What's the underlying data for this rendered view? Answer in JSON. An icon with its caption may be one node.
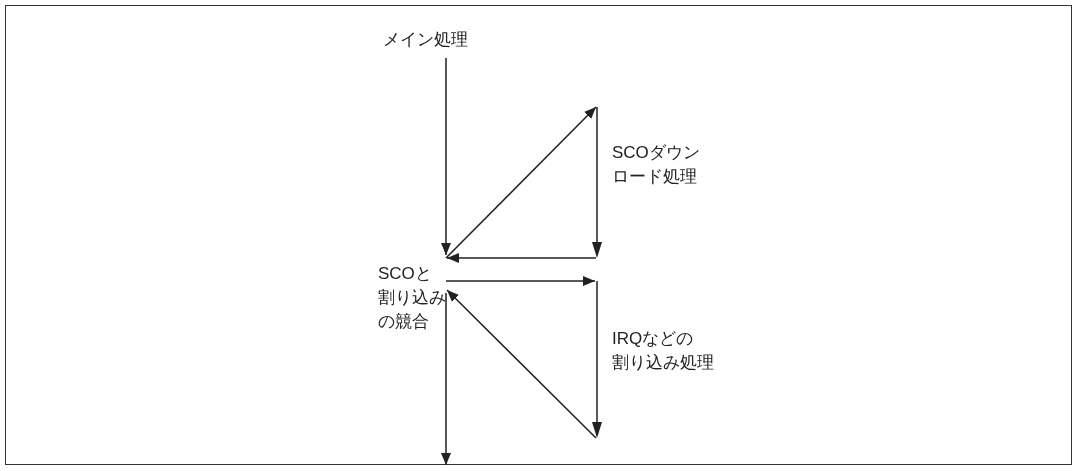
{
  "diagram": {
    "nodes": [
      {
        "text": [
          "メイン処理"
        ]
      },
      {
        "text": [
          "SCOと割り込みの競合"
        ]
      },
      {
        "text": [
          "SCOダウンロード処理"
        ]
      },
      {
        "text": [
          "IRQなどの割り込み処理"
        ]
      }
    ],
    "edges": [
      {
        "from": 0,
        "to": 1,
        "arrow": "to"
      },
      {
        "from": 1,
        "to": 2,
        "arrow": "to"
      },
      {
        "from": 2,
        "to": 1,
        "arrow": "to"
      },
      {
        "from": 1,
        "to": 3,
        "arrow": "to"
      },
      {
        "from": 3,
        "to": 1,
        "arrow": "to"
      },
      {
        "from": 1,
        "to": null,
        "arrow": "to"
      }
    ]
  }
}
